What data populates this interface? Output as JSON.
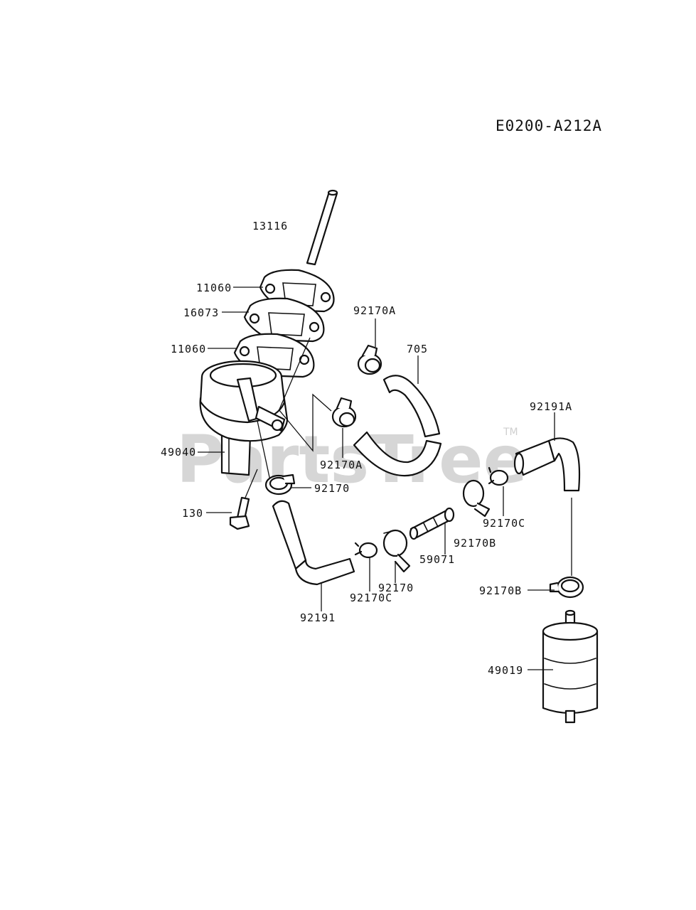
{
  "diagram_code": "E0200-A212A",
  "watermark": {
    "text": "PartsTree",
    "trademark": "TM"
  },
  "parts": {
    "p13116": "13116",
    "p11060_top": "11060",
    "p16073": "16073",
    "p11060_bottom": "11060",
    "p92170A_top": "92170A",
    "p705": "705",
    "p92191A": "92191A",
    "p49040": "49040",
    "p92170A_mid": "92170A",
    "p92170_upper": "92170",
    "p130": "130",
    "p92170C_right": "92170C",
    "p92170B_mid": "92170B",
    "p59071": "59071",
    "p92170_lower": "92170",
    "p92170C_lower": "92170C",
    "p92191": "92191",
    "p92170B_lower": "92170B",
    "p49019": "49019"
  }
}
